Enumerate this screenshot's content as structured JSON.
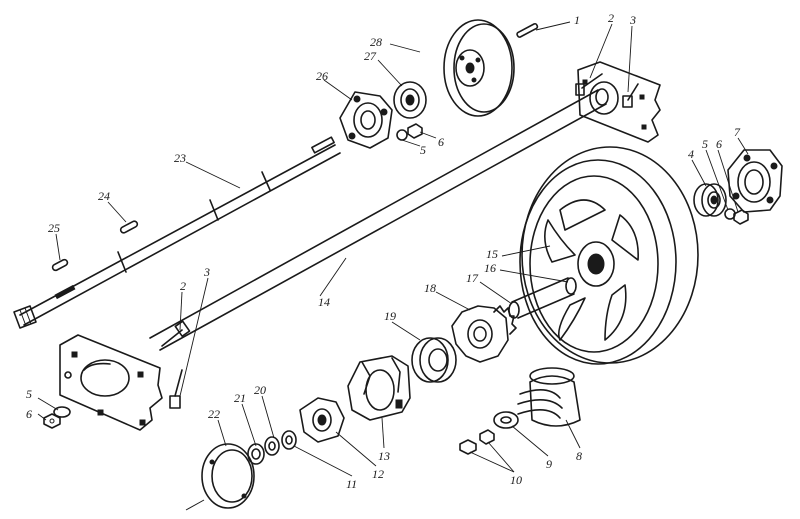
{
  "callouts": {
    "c1": "1",
    "c2a": "2",
    "c3a": "3",
    "c28": "28",
    "c27": "27",
    "c26": "26",
    "c5a": "5",
    "c6a": "6",
    "c23": "23",
    "c24": "24",
    "c25": "25",
    "c14": "14",
    "c2b": "2",
    "c3b": "3",
    "c5b": "5",
    "c6b": "6",
    "c4": "4",
    "c5c": "5",
    "c6c": "6",
    "c7": "7",
    "c15": "15",
    "c16": "16",
    "c17": "17",
    "c18": "18",
    "c19": "19",
    "c8": "8",
    "c9": "9",
    "c10": "10",
    "c11": "11",
    "c12": "12",
    "c13": "13",
    "c20": "20",
    "c21": "21",
    "c22": "22"
  }
}
